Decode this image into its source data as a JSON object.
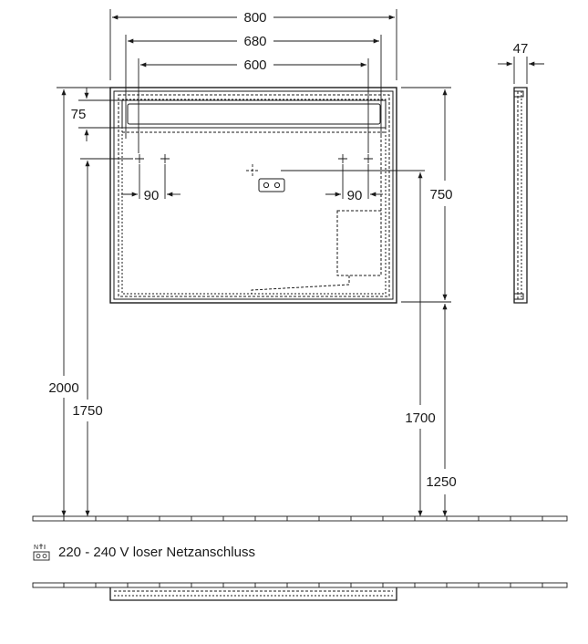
{
  "dimensions": {
    "width_total": "800",
    "width_inner": "680",
    "width_holes": "600",
    "depth": "47",
    "frame_top": "75",
    "hole_offset_left": "90",
    "hole_offset_right": "90",
    "height_mirror": "750",
    "height_top_edge": "2000",
    "height_holes": "1750",
    "height_socket": "1700",
    "height_bottom_edge": "1250"
  },
  "caption": {
    "icon": "plug-connection-icon",
    "text": "220 - 240 V loser Netzanschluss"
  }
}
